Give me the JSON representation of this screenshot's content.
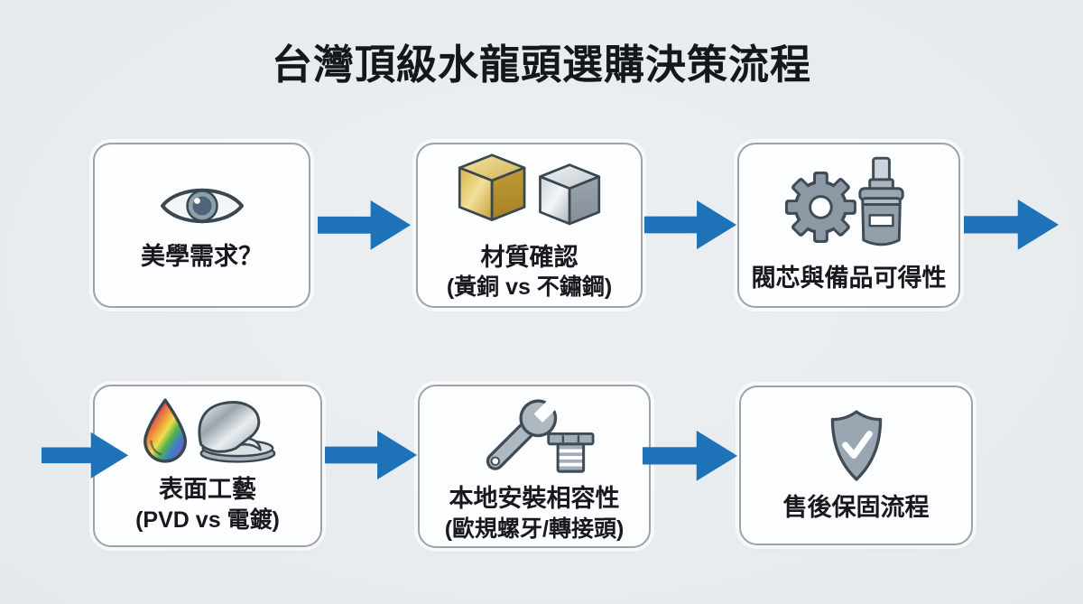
{
  "title": "台灣頂級水龍頭選購決策流程",
  "colors": {
    "background": "#e9edef",
    "arrow_blue": "#1e73b8",
    "card_background": "#fdfeff",
    "card_border": "#9ba3a9",
    "text": "#17191c"
  },
  "flow": {
    "rows": [
      {
        "steps": [
          {
            "label": "美學需求？",
            "sublabel": "",
            "icons": [
              "eye-icon"
            ]
          },
          {
            "label": "材質確認",
            "sublabel": "(黃銅 vs 不鏽鋼)",
            "icons": [
              "brass-cube-icon",
              "steel-cube-icon"
            ]
          },
          {
            "label": "閥芯與備品可得性",
            "sublabel": "",
            "icons": [
              "gear-icon",
              "valve-cartridge-icon"
            ]
          }
        ]
      },
      {
        "steps": [
          {
            "label": "表面工藝",
            "sublabel": "(PVD vs 電鍍)",
            "icons": [
              "rainbow-droplet-icon",
              "coating-sheet-icon"
            ]
          },
          {
            "label": "本地安裝相容性",
            "sublabel": "(歐規螺牙/轉接頭)",
            "icons": [
              "wrench-icon",
              "bolt-icon"
            ]
          },
          {
            "label": "售後保固流程",
            "sublabel": "",
            "icons": [
              "shield-check-icon"
            ]
          }
        ]
      }
    ]
  }
}
